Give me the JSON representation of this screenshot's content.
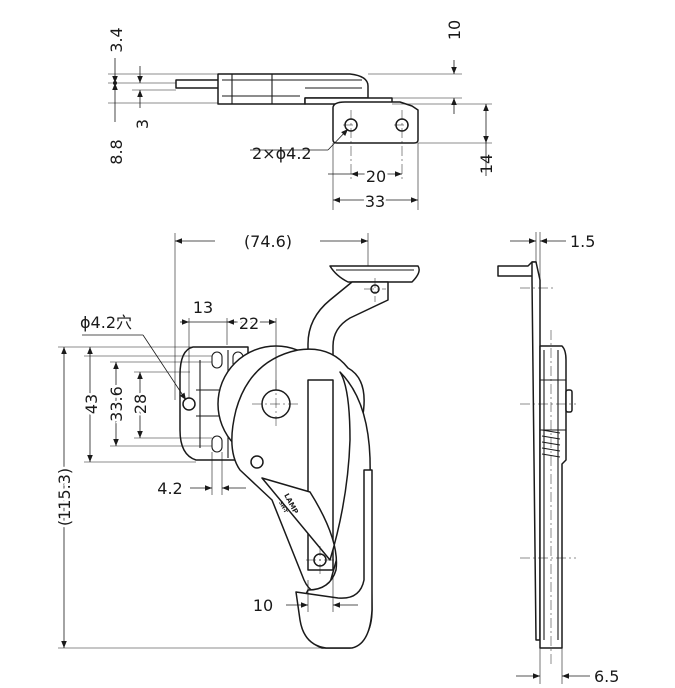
{
  "top_view": {
    "dim_3_4": "3.4",
    "dim_8_8": "8.8",
    "dim_3": "3",
    "dim_10": "10",
    "dim_14": "14",
    "dim_20": "20",
    "dim_33": "33",
    "holes": "2×ϕ4.2"
  },
  "front_view": {
    "width_74_6": "(74.6)",
    "hole_label": "ϕ4.2穴",
    "dim_13": "13",
    "dim_22": "22",
    "dim_43": "43",
    "dim_33_6": "33.6",
    "dim_28": "28",
    "dim_4_2": "4.2",
    "height_115_3": "(115.3)",
    "dim_10": "10",
    "logo": "LAMP",
    "logo_sub": "SH-T"
  },
  "side_view": {
    "dim_1_5": "1.5",
    "dim_6_5": "6.5"
  }
}
